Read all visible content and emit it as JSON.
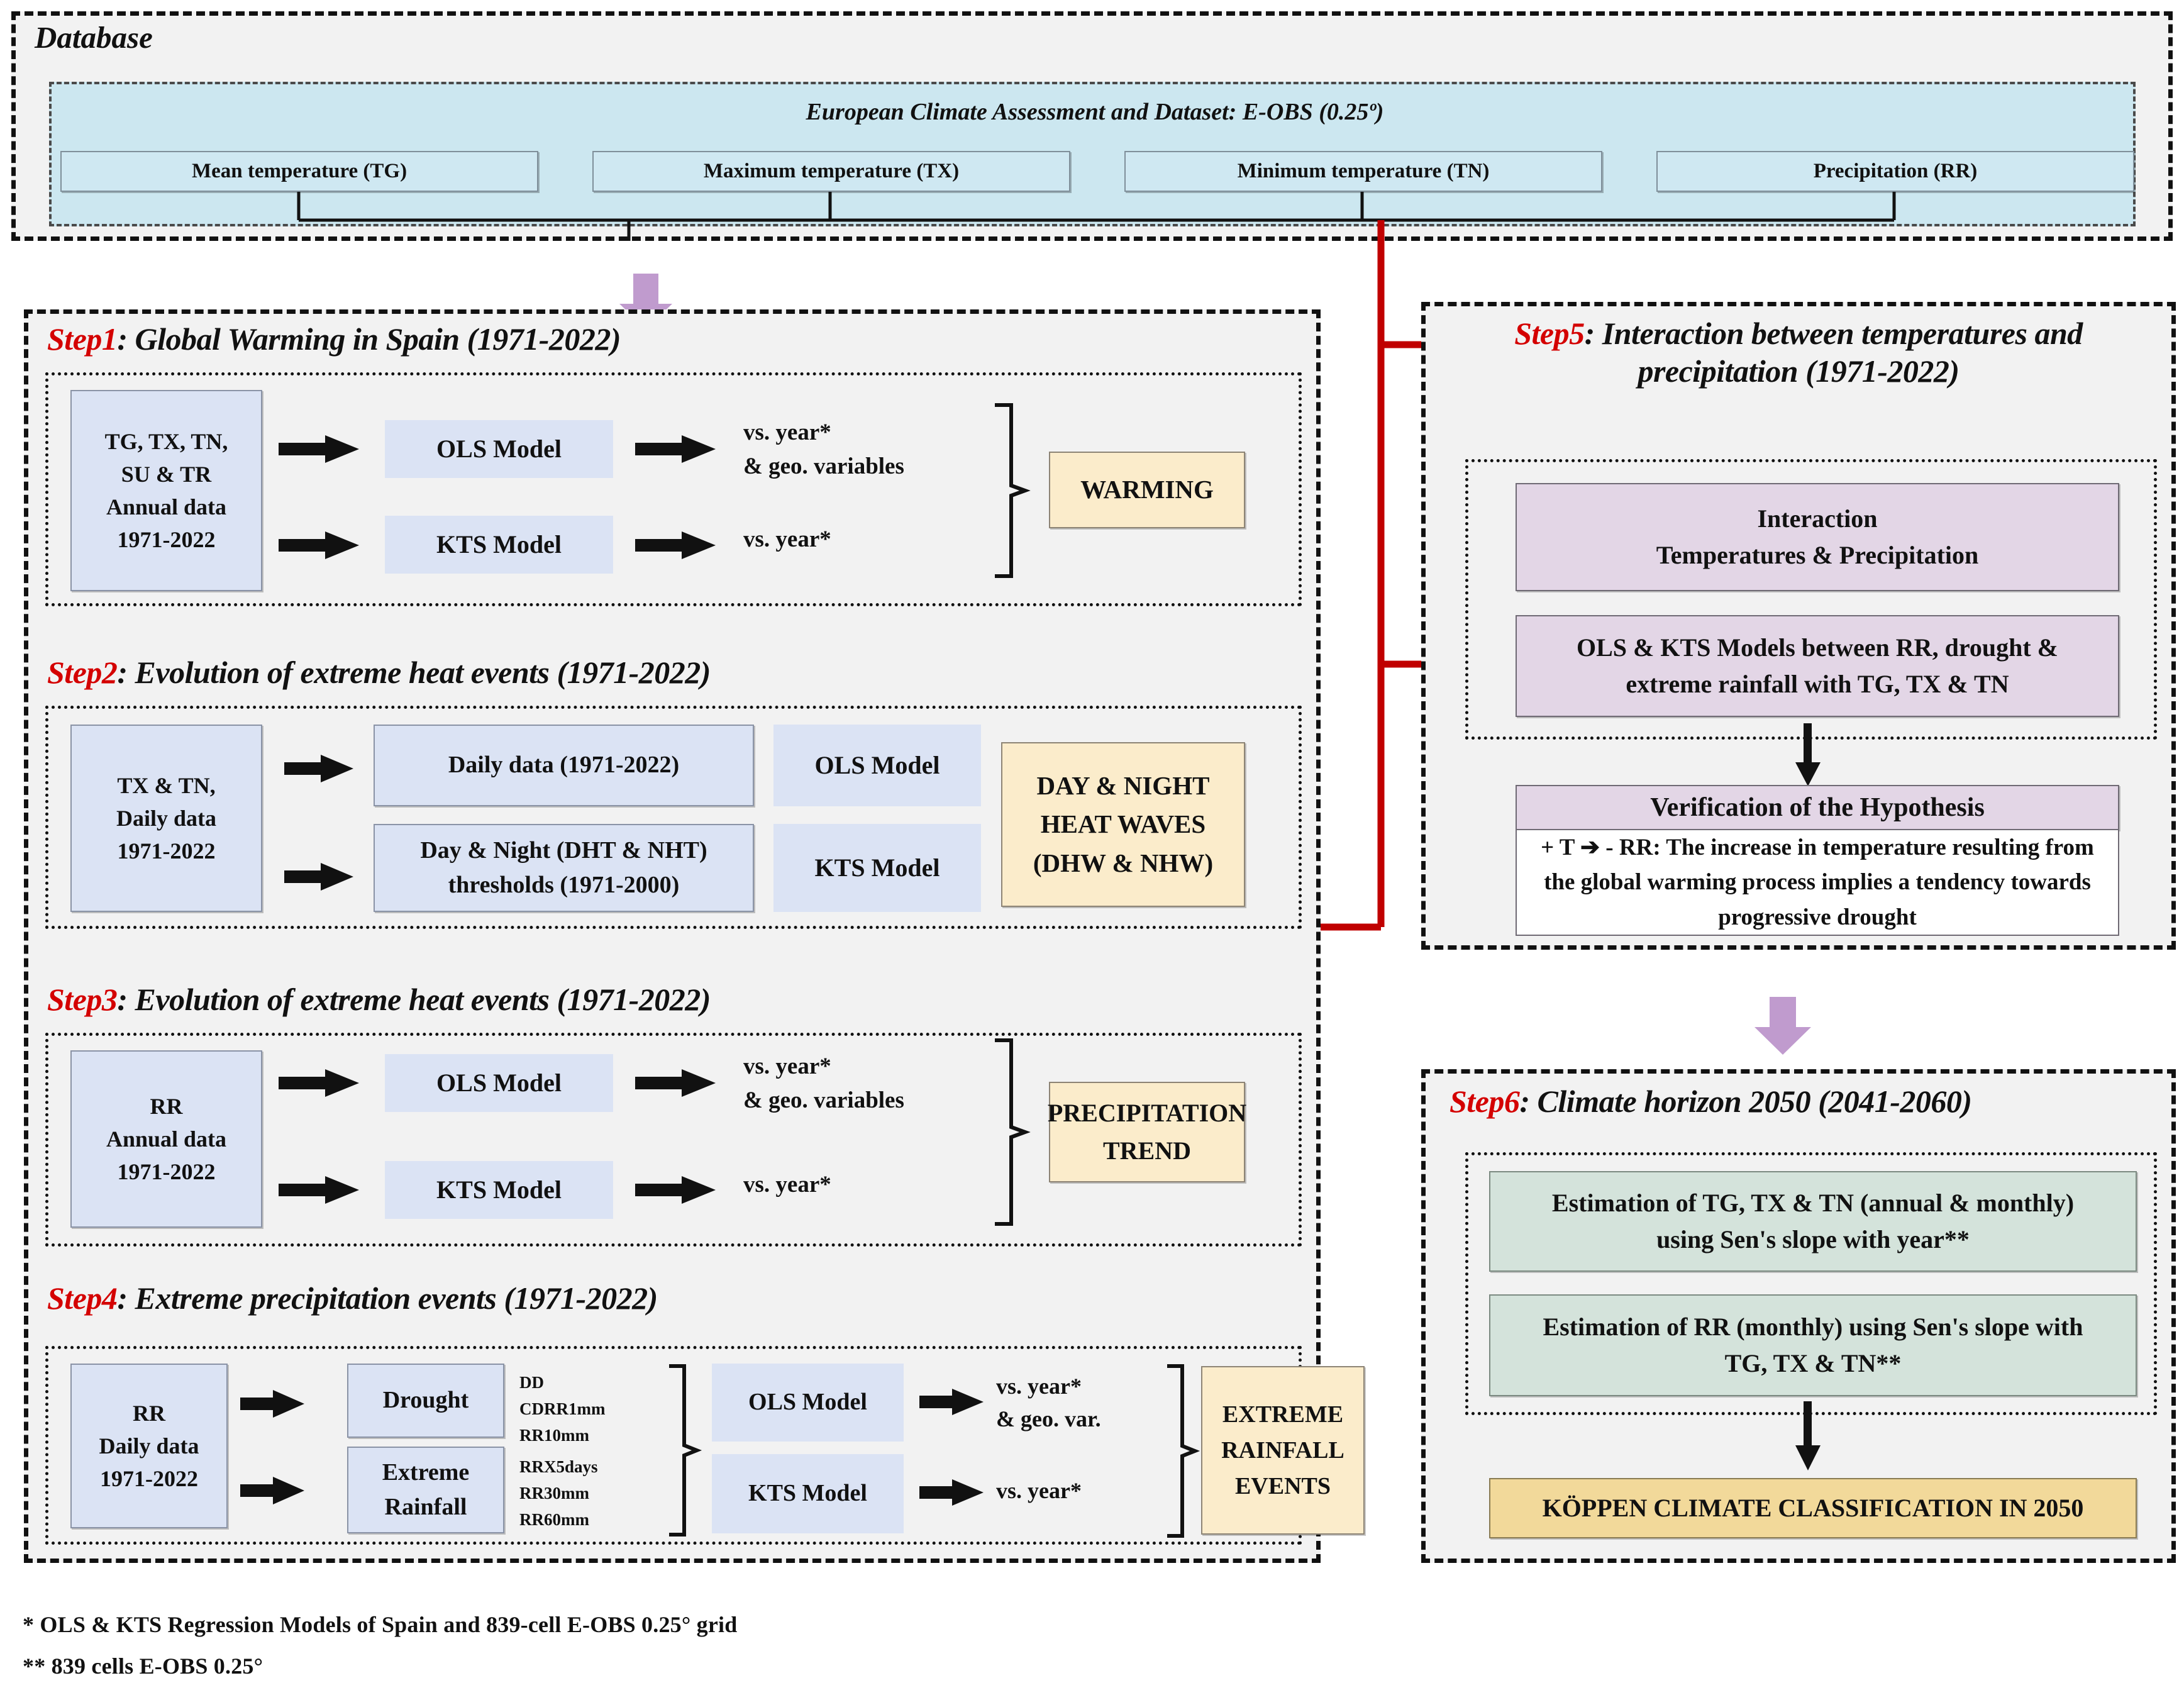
{
  "database": {
    "title": "Database",
    "band_title": "European Climate Assessment and Dataset: E-OBS (0.25º)",
    "variables": [
      "Mean temperature (TG)",
      "Maximum temperature (TX)",
      "Minimum temperature (TN)",
      "Precipitation (RR)"
    ]
  },
  "step1": {
    "number": "Step1",
    "title": ": Global Warming in Spain (1971-2022)",
    "input": "TG, TX, TN,\nSU & TR\nAnnual data\n1971-2022",
    "model_ols": "OLS Model",
    "model_kts": "KTS Model",
    "out_ols": "vs. year*\n& geo. variables",
    "out_kts": "vs. year*",
    "result": "WARMING"
  },
  "step2": {
    "number": "Step2",
    "title": ": Evolution of extreme heat events (1971-2022)",
    "input": "TX & TN,\nDaily data\n1971-2022",
    "branch_top": "Daily data (1971-2022)",
    "branch_bottom": "Day & Night (DHT & NHT)\nthresholds (1971-2000)",
    "model_ols": "OLS Model",
    "model_kts": "KTS Model",
    "result": "DAY & NIGHT\nHEAT WAVES\n(DHW & NHW)"
  },
  "step3": {
    "number": "Step3",
    "title": ": Evolution of extreme heat events (1971-2022)",
    "input": "RR\nAnnual data\n1971-2022",
    "model_ols": "OLS Model",
    "model_kts": "KTS Model",
    "out_ols": "vs. year*\n& geo. variables",
    "out_kts": "vs. year*",
    "result": "PRECIPITATION\nTREND"
  },
  "step4": {
    "number": "Step4",
    "title": ": Extreme precipitation events (1971-2022)",
    "input": "RR\nDaily data\n1971-2022",
    "branch_top": "Drought",
    "branch_bottom": "Extreme\nRainfall",
    "indices_top": "DD\nCDRR1mm\nRR10mm",
    "indices_bottom": "RRX5days\nRR30mm\nRR60mm",
    "model_ols": "OLS Model",
    "model_kts": "KTS Model",
    "out_ols": "vs. year*\n& geo. var.",
    "out_kts": "vs. year*",
    "result": "EXTREME\nRAINFALL\nEVENTS"
  },
  "step5": {
    "number": "Step5",
    "title": ": Interaction between temperatures and precipitation (1971-2022)",
    "box1": "Interaction\nTemperatures & Precipitation",
    "box2": "OLS & KTS Models between RR, drought &\nextreme rainfall with TG, TX & TN",
    "box3_header": "Verification of the Hypothesis",
    "box3_body": "+ T ➔ - RR: The increase in temperature resulting from the global warming process implies a tendency towards progressive drought"
  },
  "step6": {
    "number": "Step6",
    "title": ": Climate horizon 2050 (2041-2060)",
    "box1": "Estimation of TG, TX & TN (annual & monthly)\nusing Sen's slope with year**",
    "box2": "Estimation of RR (monthly) using Sen's slope with\nTG, TX & TN**",
    "result": "KÖPPEN CLIMATE CLASSIFICATION IN 2050"
  },
  "footnotes": [
    "* OLS & KTS Regression Models of Spain and 839-cell E-OBS 0.25° grid",
    "** 839 cells E-OBS 0.25°"
  ],
  "colors": {
    "accent_red": "#d40000",
    "database_band": "#cce7f0",
    "data_box": "#dbe3f4",
    "result_box": "#fbeccb",
    "lavender_box": "#e3d6e6",
    "green_box": "#d4e3db",
    "gold_box": "#f2d99a",
    "purple_arrow": "#c09bce",
    "panel_bg": "#f2f2f2"
  }
}
